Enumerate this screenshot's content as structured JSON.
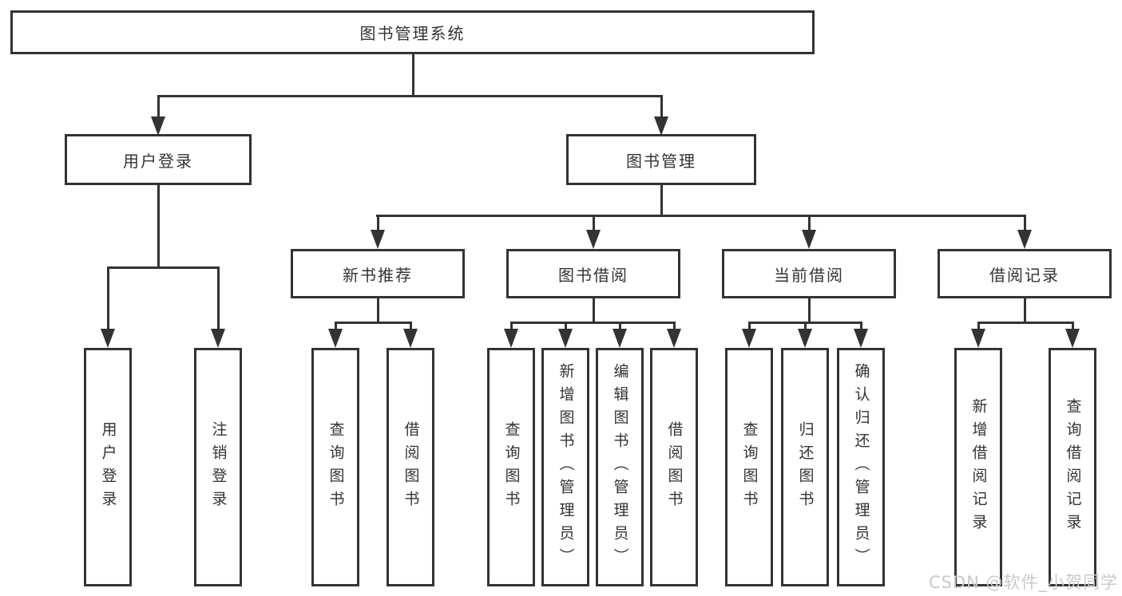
{
  "diagram": {
    "root": {
      "label": "图书管理系统"
    },
    "branches": [
      {
        "label": "用户登录",
        "leaves": [
          "用户登录",
          "注销登录"
        ]
      },
      {
        "label": "图书管理",
        "groups": [
          {
            "label": "新书推荐",
            "leaves": [
              "查询图书",
              "借阅图书"
            ]
          },
          {
            "label": "图书借阅",
            "leaves": [
              "查询图书",
              "新增图书（管理员）",
              "编辑图书（管理员）",
              "借阅图书"
            ]
          },
          {
            "label": "当前借阅",
            "leaves": [
              "查询图书",
              "归还图书",
              "确认归还（管理员）"
            ]
          },
          {
            "label": "借阅记录",
            "leaves": [
              "新增借阅记录",
              "查询借阅记录"
            ]
          }
        ]
      }
    ]
  },
  "watermark": {
    "text": "CSDN @软件_小贺同学"
  },
  "colors": {
    "line": "#333333",
    "box_border": "#333333",
    "background": "#ffffff",
    "text": "#333333",
    "watermark": "#c9c9c9"
  }
}
